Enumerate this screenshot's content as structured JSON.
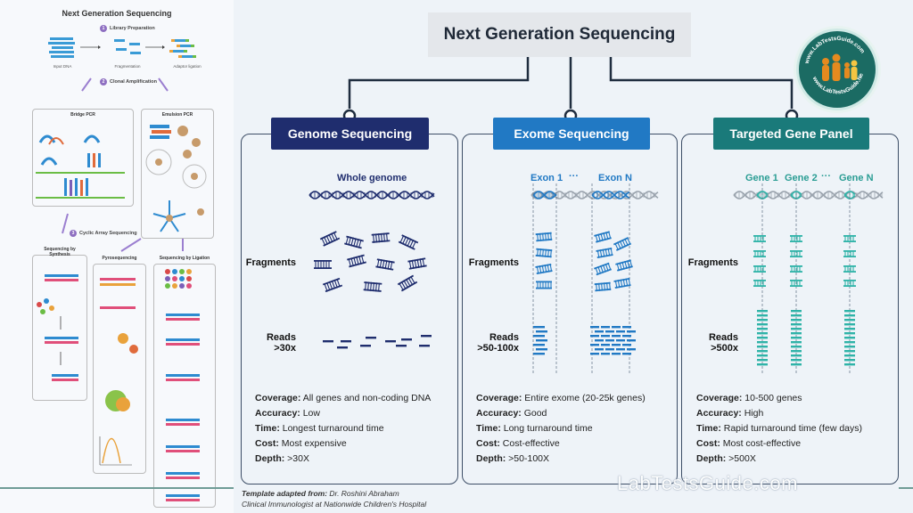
{
  "colors": {
    "genome": "#1f2d6e",
    "exome": "#2179c4",
    "target": "#1a7a7a",
    "targetLight": "#2fb3a8",
    "border": "#3c4d66"
  },
  "left_panel": {
    "title": "Next Generation Sequencing",
    "step1": "Library Preparation",
    "step1_num": "1",
    "step2": "Clonal Amplification",
    "step2_num": "2",
    "step3": "Cyclic Array Sequencing",
    "step3_num": "3",
    "input_dna": "Input DNA",
    "fragmentation": "Fragmentation",
    "adaptor_ligation": "Adaptor ligation",
    "bridge_pcr": "Bridge PCR",
    "emulsion_pcr": "Emulsion PCR",
    "seq_by_synthesis": "Sequencing by Synthesis",
    "pyrosequencing": "Pyrosequencing",
    "seq_by_ligation": "Sequencing by Ligation"
  },
  "title": "Next Generation Sequencing",
  "columns": [
    {
      "heading": "Genome Sequencing",
      "region_labels": [
        "Whole genome"
      ],
      "fragments_label": "Fragments",
      "reads_label_line1": "Reads",
      "reads_label_line2": ">30x",
      "coverage_key": "Coverage:",
      "coverage": "All genes and non-coding DNA",
      "accuracy_key": "Accuracy:",
      "accuracy": "Low",
      "time_key": "Time:",
      "time": "Longest turnaround time",
      "cost_key": "Cost:",
      "cost": "Most expensive",
      "depth_key": "Depth:",
      "depth": ">30X"
    },
    {
      "heading": "Exome Sequencing",
      "region_labels": [
        "Exon 1",
        "···",
        "Exon N"
      ],
      "fragments_label": "Fragments",
      "reads_label_line1": "Reads",
      "reads_label_line2": ">50-100x",
      "coverage_key": "Coverage:",
      "coverage": "Entire exome (20-25k genes)",
      "accuracy_key": "Accuracy:",
      "accuracy": "Good",
      "time_key": "Time:",
      "time": "Long turnaround time",
      "cost_key": "Cost:",
      "cost": "Cost-effective",
      "depth_key": "Depth:",
      "depth": ">50-100X"
    },
    {
      "heading": "Targeted Gene Panel",
      "region_labels": [
        "Gene 1",
        "Gene 2",
        "···",
        "Gene N"
      ],
      "fragments_label": "Fragments",
      "reads_label_line1": "Reads",
      "reads_label_line2": ">500x",
      "coverage_key": "Coverage:",
      "coverage": "10-500 genes",
      "accuracy_key": "Accuracy:",
      "accuracy": "High",
      "time_key": "Time:",
      "time": "Rapid turnaround time (few days)",
      "cost_key": "Cost:",
      "cost": "Most cost-effective",
      "depth_key": "Depth:",
      "depth": ">500X"
    }
  ],
  "footer": {
    "line1_prefix": "Template adapted from:",
    "line1_name": "Dr. Roshini Abraham",
    "line2": "Clinical Immunologist at Nationwide Children's Hospital"
  },
  "watermark": "LabTestsGuide.com",
  "logo": {
    "text_top": "www.LabTestsGuide.com",
    "text_bottom": "www.LabTestsGuide.Net"
  }
}
